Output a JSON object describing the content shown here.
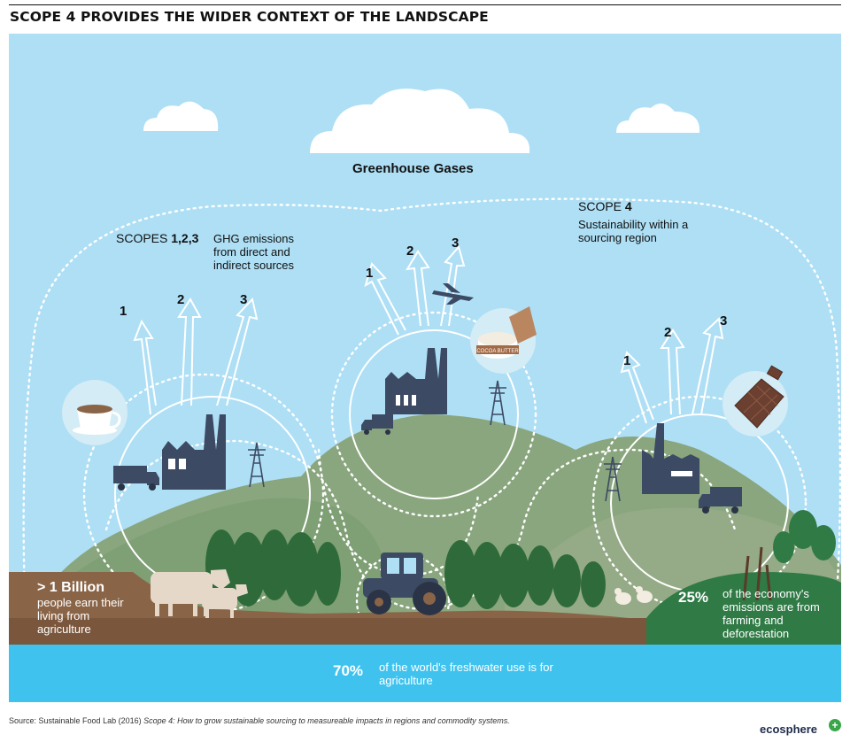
{
  "title": "SCOPE 4 PROVIDES THE WIDER CONTEXT OF THE LANDSCAPE",
  "sky_label": "Greenhouse Gases",
  "scopes123": {
    "label": "SCOPES",
    "numbers": "1,2,3",
    "description": "GHG emissions from direct and indirect sources"
  },
  "scope4": {
    "label": "SCOPE",
    "number": "4",
    "description": "Sustainability within a sourcing region"
  },
  "arrow_numbers": [
    "1",
    "2",
    "3"
  ],
  "cocoa_butter_label": "COCOA BUTTER",
  "stats": {
    "billion": {
      "headline": "> 1 Billion",
      "text": "people earn their living from agriculture"
    },
    "emissions": {
      "headline": "25%",
      "text": "of the economy's emissions are from farming and deforestation"
    },
    "water": {
      "headline": "70%",
      "text": "of the world's freshwater use is for agriculture"
    }
  },
  "source": {
    "prefix": "Source: Sustainable Food Lab (2016) ",
    "italic": "Scope 4: How to grow sustainable sourcing to measureable impacts in regions and commodity systems."
  },
  "logo": {
    "text": "ecosphere",
    "symbol": "+"
  },
  "colors": {
    "sky": "#aedff5",
    "hill_dark": "#8aa67e",
    "hill_light": "#a3b895",
    "soil": "#8a6447",
    "water": "#3fc3ee",
    "forest": "#2f7a45",
    "factory": "#3c4a63",
    "cloud": "#ffffff"
  },
  "icons": [
    "cloud-icon",
    "coffee-cup-icon",
    "cocoa-butter-icon",
    "chocolate-bar-icon",
    "factory-icon",
    "truck-icon",
    "pylon-icon",
    "airplane-icon",
    "tractor-icon",
    "cow-icon",
    "chicken-icon",
    "tree-icon"
  ]
}
